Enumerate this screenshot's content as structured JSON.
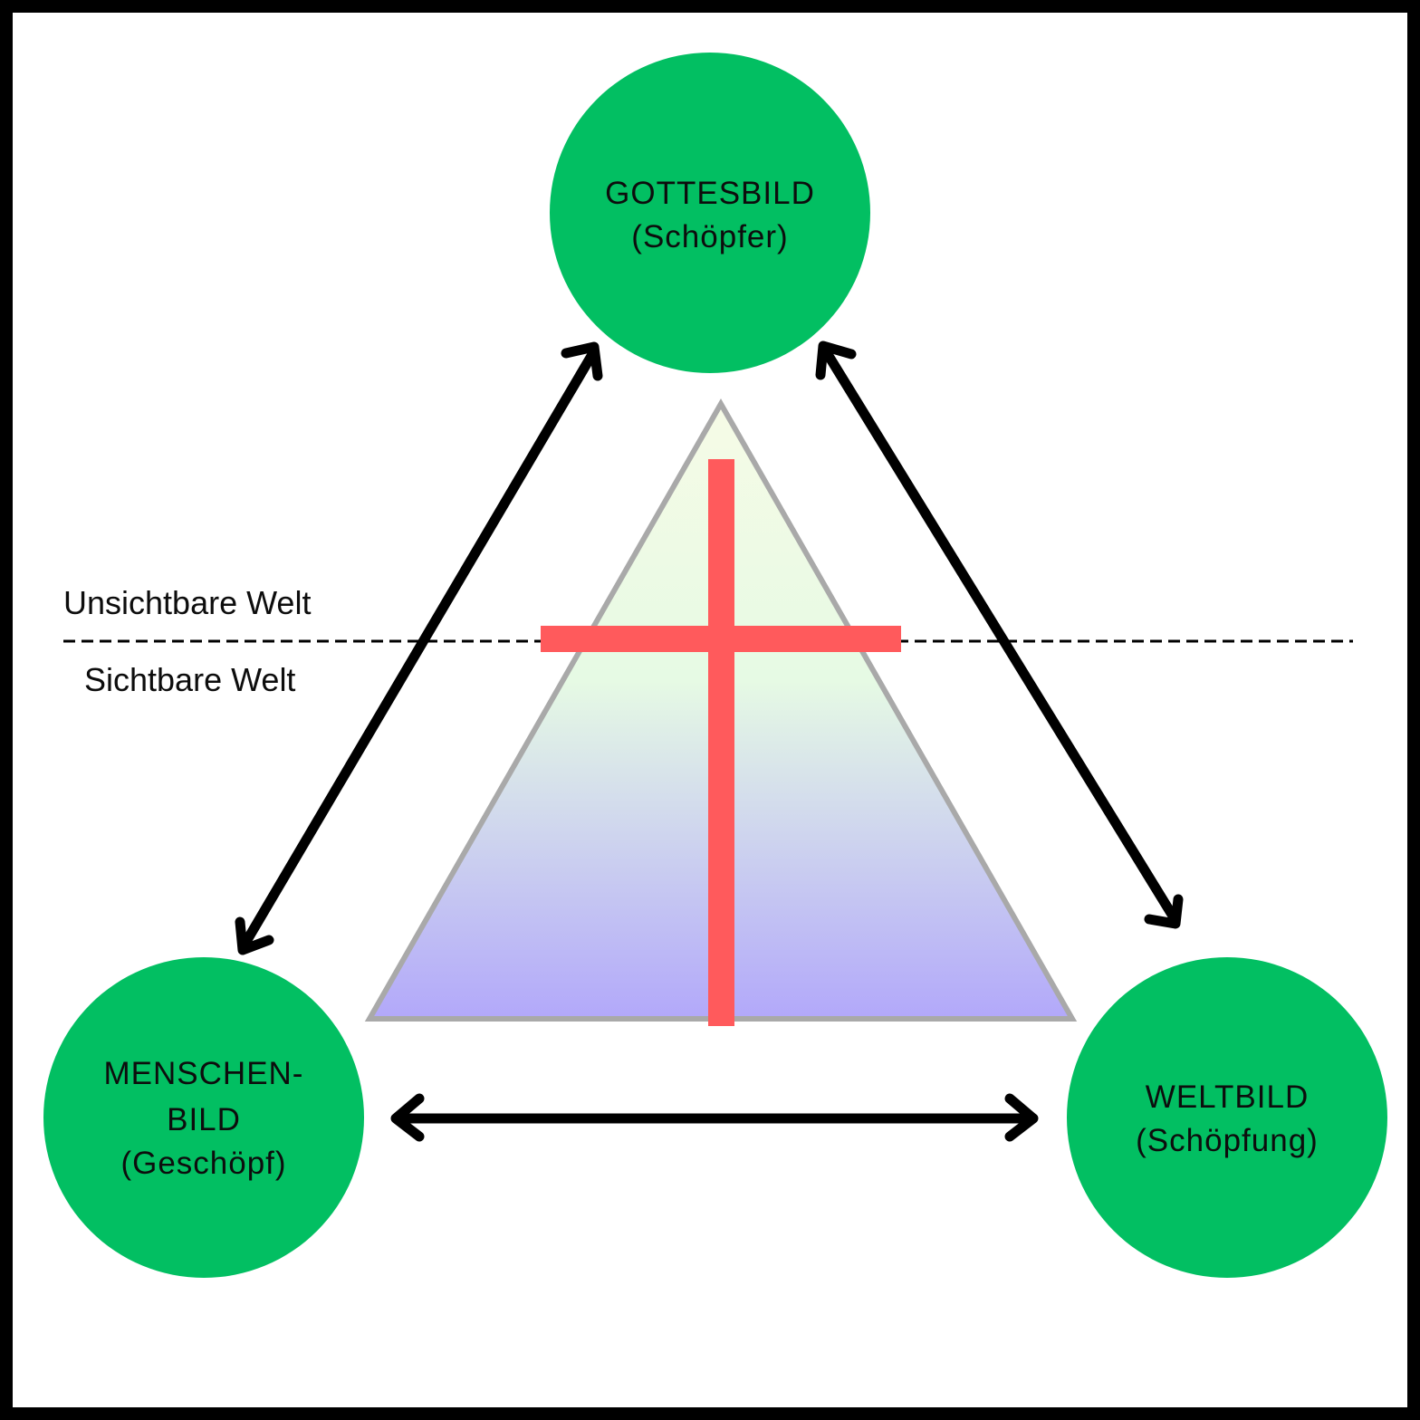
{
  "nodes": {
    "top": {
      "line1": "GOTTESBILD",
      "line2": "(Schöpfer)"
    },
    "left": {
      "line1": "MENSCHEN-",
      "line2": "BILD",
      "line3": "(Geschöpf)"
    },
    "right": {
      "line1": "WELTBILD",
      "line2": "(Schöpfung)"
    }
  },
  "world_labels": {
    "invisible": "Unsichtbare Welt",
    "visible": "Sichtbare Welt"
  },
  "colors": {
    "node_fill": "#02BF62",
    "cross": "#FF5A5C",
    "triangle_stroke": "#A9A9A9",
    "gradient_top": "#F6FBE6",
    "gradient_mid": "#E6FAE4",
    "gradient_bottom": "#B2A8FA",
    "arrow": "#000000",
    "frame": "#000000"
  }
}
